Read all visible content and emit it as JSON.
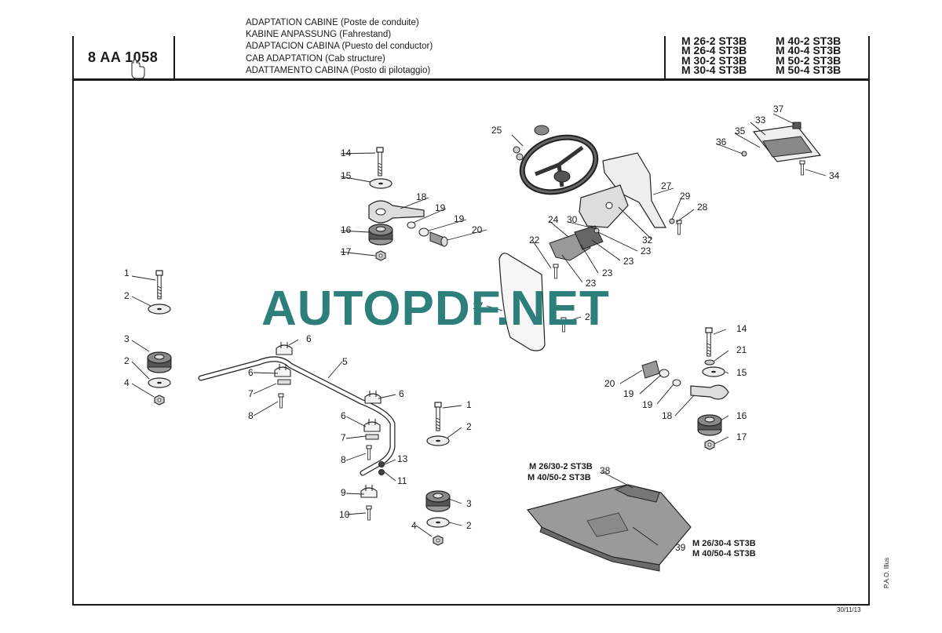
{
  "header": {
    "code": "8 AA 1058",
    "titles": [
      "ADAPTATION CABINE (Poste de conduite)",
      "KABINE ANPASSUNG (Fahrestand)",
      "ADAPTACION CABINA (Puesto del conductor)",
      "CAB ADAPTATION (Cab structure)",
      "ADATTAMENTO CABINA (Posto di pilotaggio)"
    ],
    "models_col1": [
      "M 26-2 ST3B",
      "M 26-4 ST3B",
      "M 30-2 ST3B",
      "M 30-4 ST3B"
    ],
    "models_col2": [
      "M 40-2 ST3B",
      "M 40-4 ST3B",
      "M 50-2 ST3B",
      "M 50-4 ST3B"
    ]
  },
  "watermark": "AUTOPDF.NET",
  "variant_labels": {
    "plate_38_line1": "M 26/30-2 ST3B",
    "plate_38_line2": "M 40/50-2 ST3B",
    "plate_39_line1": "M 26/30-4 ST3B",
    "plate_39_line2": "M 40/50-4 ST3B"
  },
  "footer": {
    "date": "30/11/13",
    "side_note": "P.A.O. Illus"
  },
  "callouts": [
    "1",
    "2",
    "3",
    "2",
    "4",
    "5",
    "6",
    "6",
    "7",
    "8",
    "6",
    "6",
    "7",
    "8",
    "9",
    "10",
    "11",
    "13",
    "1",
    "2",
    "3",
    "2",
    "4",
    "14",
    "15",
    "16",
    "17",
    "18",
    "19",
    "19",
    "20",
    "14",
    "21",
    "15",
    "20",
    "19",
    "19",
    "18",
    "16",
    "17",
    "22",
    "23",
    "24",
    "30",
    "23",
    "23",
    "23",
    "25",
    "27",
    "28",
    "29",
    "32",
    "33",
    "34",
    "35",
    "36",
    "37",
    "38",
    "39",
    "28",
    "17"
  ]
}
